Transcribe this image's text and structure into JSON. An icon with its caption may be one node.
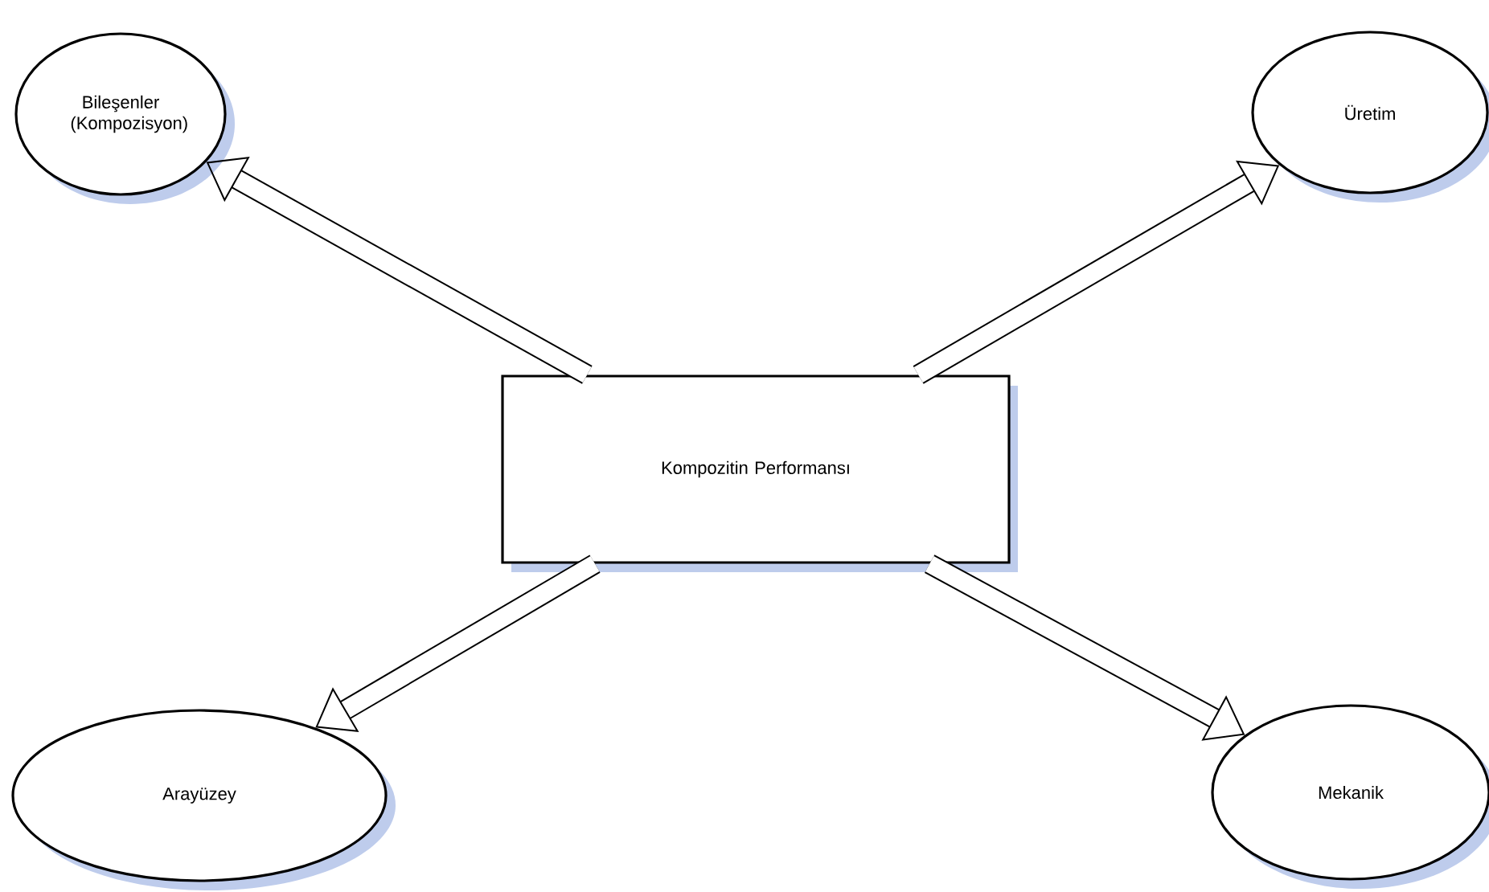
{
  "diagram": {
    "nodes": [
      {
        "text": [
          "Bileşenler (Kompozisyon)"
        ]
      },
      {
        "text": [
          "Üretim"
        ]
      },
      {
        "text": [
          "Kompozitin Performansı"
        ]
      },
      {
        "text": [
          "Arayüzey"
        ]
      },
      {
        "text": [
          "Mekanik"
        ]
      }
    ],
    "edges": [
      {
        "from": 2,
        "to": 0,
        "arrow": "to"
      },
      {
        "from": 2,
        "to": 1,
        "arrow": "to"
      },
      {
        "from": 2,
        "to": 3,
        "arrow": "to"
      },
      {
        "from": 2,
        "to": 4,
        "arrow": "to"
      }
    ]
  }
}
